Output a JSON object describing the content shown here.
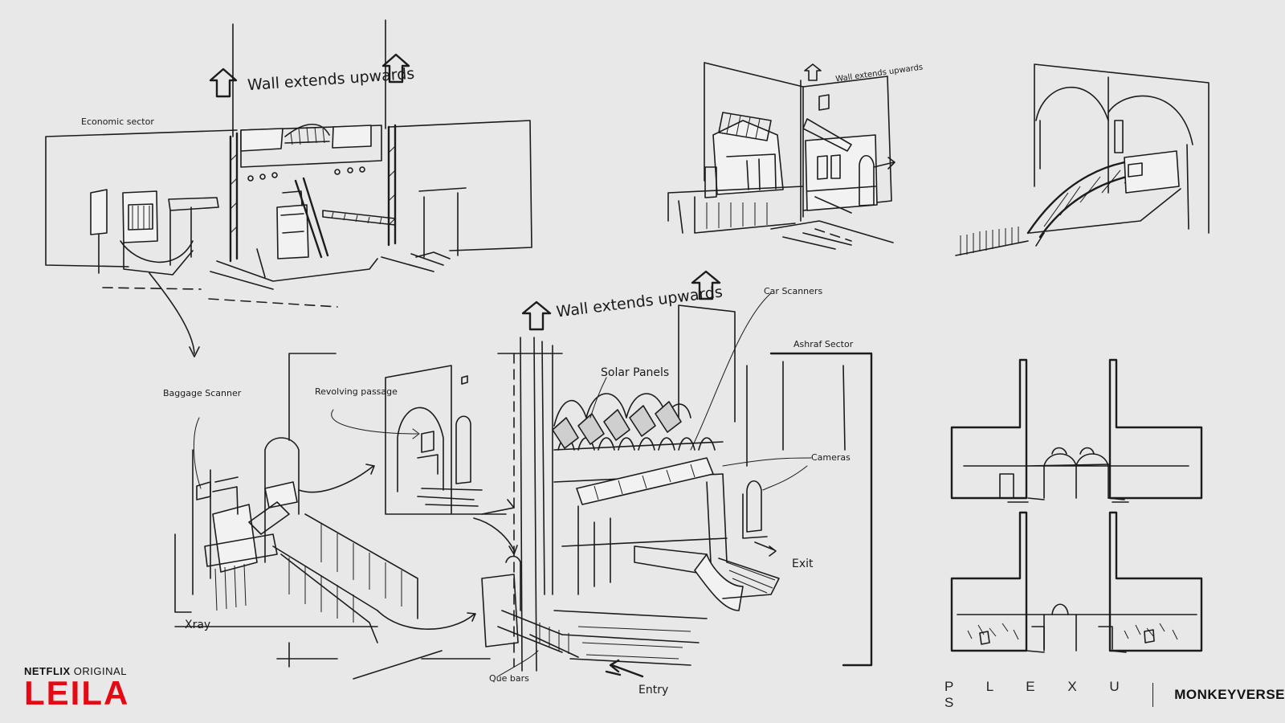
{
  "labels": {
    "wall_extends_1": "Wall extends upwards",
    "wall_extends_2": "Wall extends upwards",
    "wall_extends_3": "Wall extends upwards",
    "economic_sector": "Economic sector",
    "baggage_scanner": "Baggage Scanner",
    "revolving_passage": "Revolving passage",
    "solar_panels": "Solar Panels",
    "car_scanners": "Car Scanners",
    "ashraf_sector": "Ashraf Sector",
    "cameras": "Cameras",
    "exit": "Exit",
    "xray": "Xray",
    "que_bars": "Que bars",
    "entry": "Entry"
  },
  "brand": {
    "netflix": "NETFLIX",
    "original": "ORIGINAL",
    "title": "LEILA",
    "title_color": "#e50914",
    "studio_1": "P L E X U S",
    "studio_2": "MONKEYVERSE"
  },
  "colors": {
    "background": "#e8e8e8",
    "ink": "#1c1c1c",
    "brand_red": "#e50914"
  }
}
